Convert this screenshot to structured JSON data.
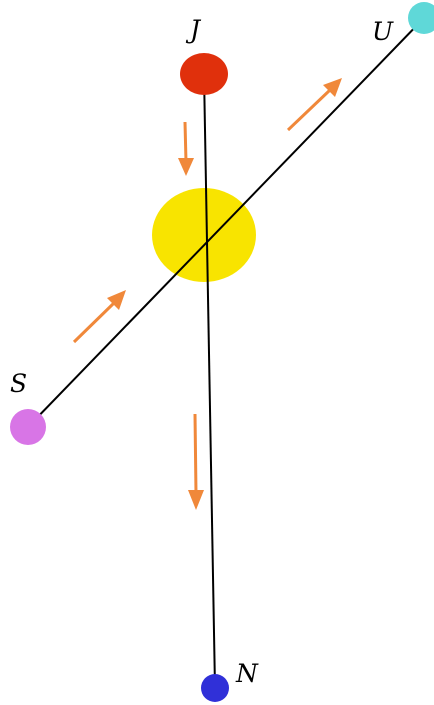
{
  "labels": {
    "J": "J",
    "U": "U",
    "S": "S",
    "N": "N"
  },
  "colors": {
    "background": "#ffffff",
    "line": "#000000",
    "center_disk": "#f8e400",
    "node_J": "#e0300c",
    "node_U": "#5fd8d8",
    "node_S": "#d875e6",
    "node_N": "#3030d8",
    "arrow": "#f0883a"
  },
  "icons": {
    "arrow": "arrow-icon",
    "node": "circle-node"
  }
}
